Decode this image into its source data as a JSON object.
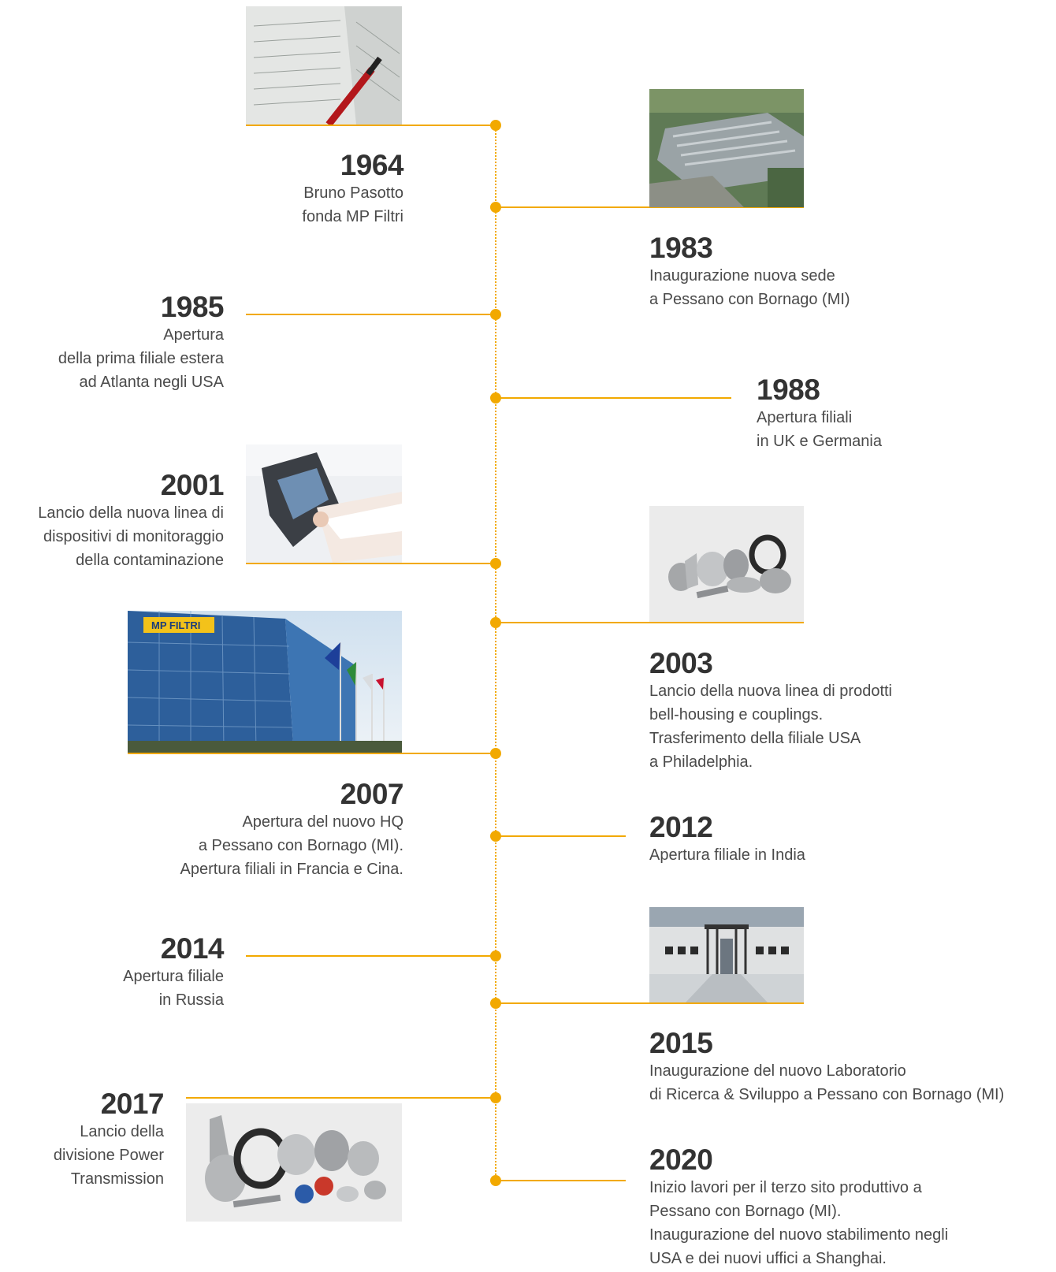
{
  "accent_color": "#f2a900",
  "events": [
    {
      "year": "1964",
      "desc": "Bruno Pasotto\nfonda MP Filtri",
      "image": "document-registro-delle-ditte-photo"
    },
    {
      "year": "1983",
      "desc": "Inaugurazione nuova sede\na Pessano con Bornago (MI)",
      "image": "factory-aerial-photo"
    },
    {
      "year": "1985",
      "desc": "Apertura\ndella prima filiale estera\nad Atlanta negli USA"
    },
    {
      "year": "1988",
      "desc": "Apertura filiali\nin UK e Germania"
    },
    {
      "year": "2001",
      "desc": "Lancio della nuova linea di\ndispositivi di monitoraggio\ndella contaminazione",
      "image": "monitoring-device-photo"
    },
    {
      "year": "2003",
      "desc": "Lancio della nuova linea di prodotti\nbell-housing e couplings.\nTrasferimento della filiale USA\na Philadelphia.",
      "image": "bell-housing-products-photo"
    },
    {
      "year": "2007",
      "desc": "Apertura del nuovo HQ\na Pessano con Bornago (MI).\nApertura filiali in Francia e Cina.",
      "image": "hq-building-photo"
    },
    {
      "year": "2012",
      "desc": "Apertura filiale in India"
    },
    {
      "year": "2014",
      "desc": "Apertura filiale\nin Russia"
    },
    {
      "year": "2015",
      "desc": "Inaugurazione del nuovo Laboratorio\ndi Ricerca & Sviluppo a Pessano con Bornago (MI)",
      "image": "laboratory-building-photo"
    },
    {
      "year": "2017",
      "desc": "Lancio della\ndivisione Power\nTransmission",
      "image": "power-transmission-products-photo"
    },
    {
      "year": "2020",
      "desc": "Inizio lavori per il terzo sito produttivo a\nPessano con Bornago (MI).\nInaugurazione del nuovo stabilimento negli\nUSA e dei nuovi uffici a Shanghai."
    }
  ],
  "logo_text": "MP FILTRI"
}
